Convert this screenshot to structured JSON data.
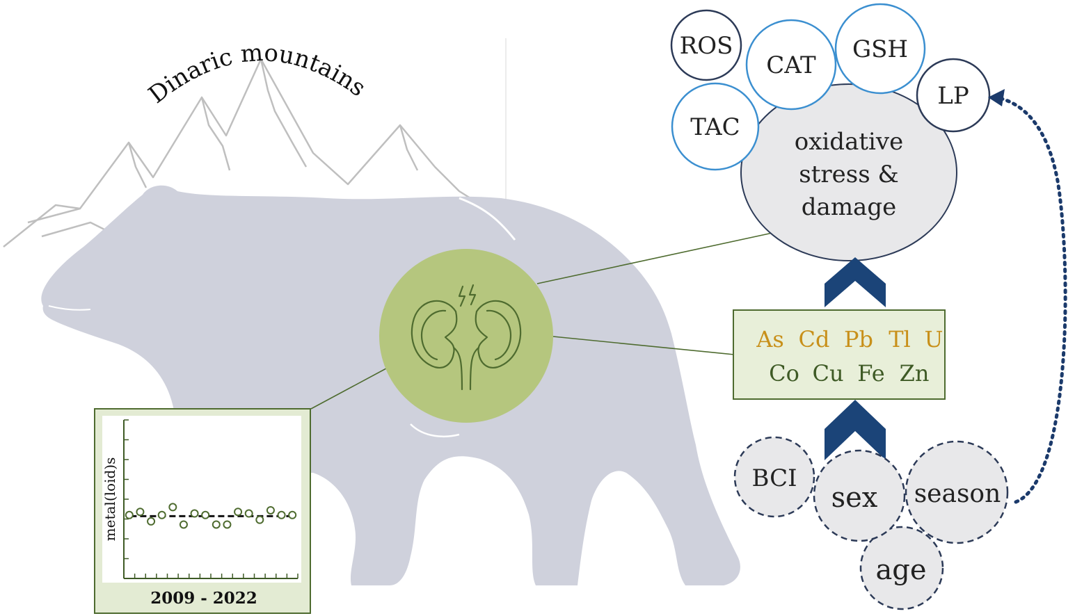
{
  "title": "Dinaric mountains",
  "center_icon": "kidney-icon",
  "oxidative": {
    "label_lines": [
      "oxidative",
      "stress &",
      "damage"
    ],
    "markers": [
      {
        "id": "ros",
        "label": "ROS",
        "style": "dark"
      },
      {
        "id": "cat",
        "label": "CAT",
        "style": "blue"
      },
      {
        "id": "gsh",
        "label": "GSH",
        "style": "blue"
      },
      {
        "id": "tac",
        "label": "TAC",
        "style": "blue"
      },
      {
        "id": "lp",
        "label": "LP",
        "style": "dark"
      }
    ]
  },
  "metals": {
    "toxic": [
      "As",
      "Cd",
      "Pb",
      "Tl",
      "U"
    ],
    "essential": [
      "Co",
      "Cu",
      "Fe",
      "Zn"
    ]
  },
  "factors": [
    {
      "id": "bci",
      "label": "BCI"
    },
    {
      "id": "sex",
      "label": "sex"
    },
    {
      "id": "season",
      "label": "season"
    },
    {
      "id": "age",
      "label": "age"
    }
  ],
  "colors": {
    "bear": "#cfd1dc",
    "kidney_fill": "#b5c67e",
    "kidney_stroke": "#4e6b2f",
    "toxic_text": "#c8901a",
    "essential_text": "#3e5a25",
    "metal_box_fill": "#e8efd9",
    "metal_box_stroke": "#4e6b2f",
    "chevron": "#1b4478",
    "arrow_dotted": "#1b3a6b",
    "marker_blue": "#3b8fd0",
    "marker_dark": "#2c3a57",
    "factor_fill": "#e8e8ea",
    "connector": "#4e6b2f"
  },
  "chart_data": {
    "type": "scatter",
    "title": "",
    "xlabel": "2009 - 2022",
    "ylabel": "metal(loid)s",
    "x": [
      1,
      2,
      3,
      4,
      5,
      6,
      7,
      8,
      9,
      10,
      11,
      12,
      13,
      14,
      15,
      16
    ],
    "y": [
      4.0,
      4.2,
      3.6,
      4.0,
      4.5,
      3.4,
      4.1,
      4.0,
      3.4,
      3.4,
      4.2,
      4.1,
      3.7,
      4.3,
      4.0,
      4.0
    ],
    "trend": "flat",
    "xlim": [
      0,
      16
    ],
    "ylim": [
      0,
      10
    ]
  }
}
